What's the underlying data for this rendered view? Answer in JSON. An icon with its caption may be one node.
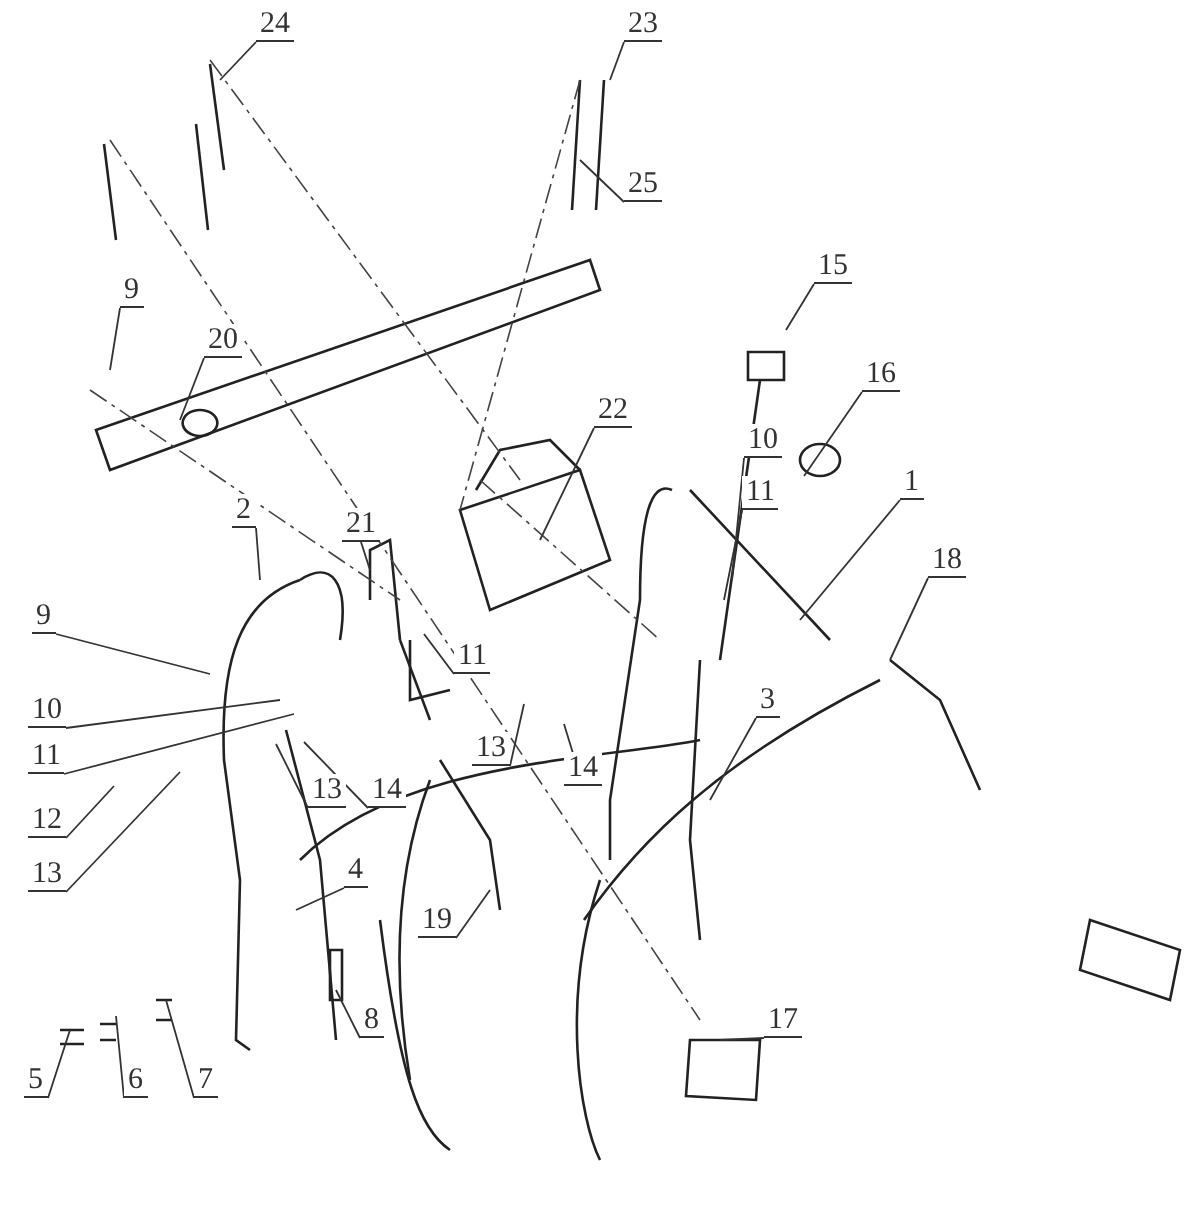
{
  "diagram": {
    "nodes": [
      {
        "text": [
          "24"
        ]
      },
      {
        "text": [
          "23"
        ]
      },
      {
        "text": [
          "25"
        ]
      },
      {
        "text": [
          "15"
        ]
      },
      {
        "text": [
          "9"
        ]
      },
      {
        "text": [
          "20"
        ]
      },
      {
        "text": [
          "22"
        ]
      },
      {
        "text": [
          "16"
        ]
      },
      {
        "text": [
          "10"
        ]
      },
      {
        "text": [
          "11"
        ]
      },
      {
        "text": [
          "1"
        ]
      },
      {
        "text": [
          "2"
        ]
      },
      {
        "text": [
          "21"
        ]
      },
      {
        "text": [
          "18"
        ]
      },
      {
        "text": [
          "9"
        ]
      },
      {
        "text": [
          "11"
        ]
      },
      {
        "text": [
          "10"
        ]
      },
      {
        "text": [
          "11"
        ]
      },
      {
        "text": [
          "13"
        ]
      },
      {
        "text": [
          "14"
        ]
      },
      {
        "text": [
          "3"
        ]
      },
      {
        "text": [
          "12"
        ]
      },
      {
        "text": [
          "13"
        ]
      },
      {
        "text": [
          "13"
        ]
      },
      {
        "text": [
          "14"
        ]
      },
      {
        "text": [
          "4"
        ]
      },
      {
        "text": [
          "19"
        ]
      },
      {
        "text": [
          "8"
        ]
      },
      {
        "text": [
          "17"
        ]
      },
      {
        "text": [
          "5"
        ]
      },
      {
        "text": [
          "6"
        ]
      },
      {
        "text": [
          "7"
        ]
      }
    ],
    "edges": [
      {
        "from": 0,
        "to": null,
        "arrow": "none"
      },
      {
        "from": 1,
        "to": null,
        "arrow": "none"
      },
      {
        "from": 2,
        "to": null,
        "arrow": "none"
      },
      {
        "from": 3,
        "to": null,
        "arrow": "none"
      },
      {
        "from": 4,
        "to": null,
        "arrow": "none"
      },
      {
        "from": 5,
        "to": null,
        "arrow": "none"
      },
      {
        "from": 6,
        "to": null,
        "arrow": "none"
      },
      {
        "from": 7,
        "to": null,
        "arrow": "none"
      },
      {
        "from": 8,
        "to": null,
        "arrow": "none"
      },
      {
        "from": 9,
        "to": null,
        "arrow": "none"
      },
      {
        "from": 10,
        "to": null,
        "arrow": "none"
      },
      {
        "from": 11,
        "to": null,
        "arrow": "none"
      },
      {
        "from": 12,
        "to": null,
        "arrow": "none"
      },
      {
        "from": 13,
        "to": null,
        "arrow": "none"
      },
      {
        "from": 14,
        "to": null,
        "arrow": "none"
      },
      {
        "from": 15,
        "to": null,
        "arrow": "none"
      },
      {
        "from": 16,
        "to": null,
        "arrow": "none"
      },
      {
        "from": 17,
        "to": null,
        "arrow": "none"
      },
      {
        "from": 18,
        "to": null,
        "arrow": "none"
      },
      {
        "from": 19,
        "to": null,
        "arrow": "none"
      },
      {
        "from": 20,
        "to": null,
        "arrow": "none"
      },
      {
        "from": 21,
        "to": null,
        "arrow": "none"
      },
      {
        "from": 22,
        "to": null,
        "arrow": "none"
      },
      {
        "from": 23,
        "to": null,
        "arrow": "none"
      },
      {
        "from": 24,
        "to": null,
        "arrow": "none"
      },
      {
        "from": 25,
        "to": null,
        "arrow": "none"
      },
      {
        "from": 26,
        "to": null,
        "arrow": "none"
      },
      {
        "from": 27,
        "to": null,
        "arrow": "none"
      },
      {
        "from": 28,
        "to": null,
        "arrow": "none"
      },
      {
        "from": 29,
        "to": null,
        "arrow": "none"
      },
      {
        "from": 30,
        "to": null,
        "arrow": "none"
      },
      {
        "from": 31,
        "to": null,
        "arrow": "none"
      }
    ]
  }
}
